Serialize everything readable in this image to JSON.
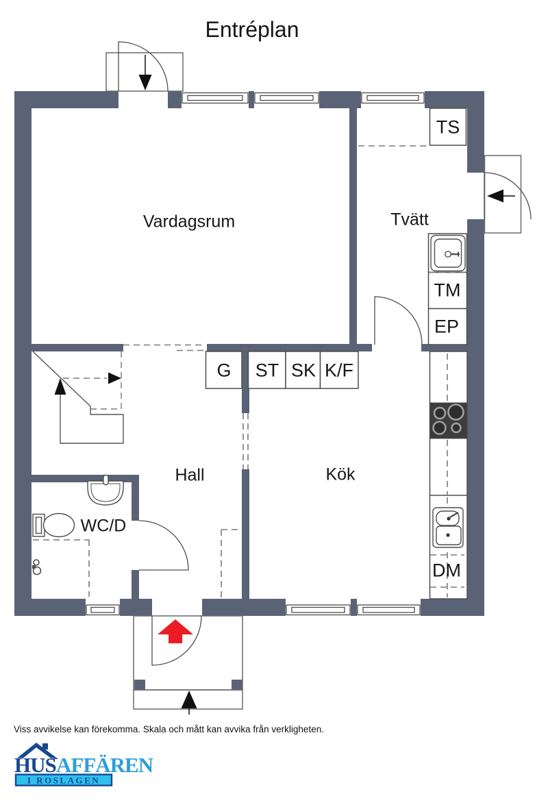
{
  "title": "Entréplan",
  "rooms": {
    "vardagsrum": "Vardagsrum",
    "tvatt": "Tvätt",
    "hall": "Hall",
    "kok": "Kök",
    "wcd": "WC/D"
  },
  "fixtures": {
    "ts": "TS",
    "tm": "TM",
    "ep": "EP",
    "dm": "DM",
    "g": "G",
    "st": "ST",
    "sk": "SK",
    "kf": "K/F"
  },
  "footer": {
    "disclaimer": "Viss avvikelse kan förekomma. Skala och mått kan avvika från verkligheten."
  },
  "logo": {
    "part1": "HUS",
    "part2": "AFFÄREN",
    "tagline": "I ROSLAGEN"
  },
  "colors": {
    "wall": "#5a6376",
    "line": "#474747",
    "entry_arrow": "#ec1c24",
    "logo_navy": "#17498f",
    "logo_blue": "#2e9ed8",
    "logo_cyan": "#2fbfee"
  }
}
